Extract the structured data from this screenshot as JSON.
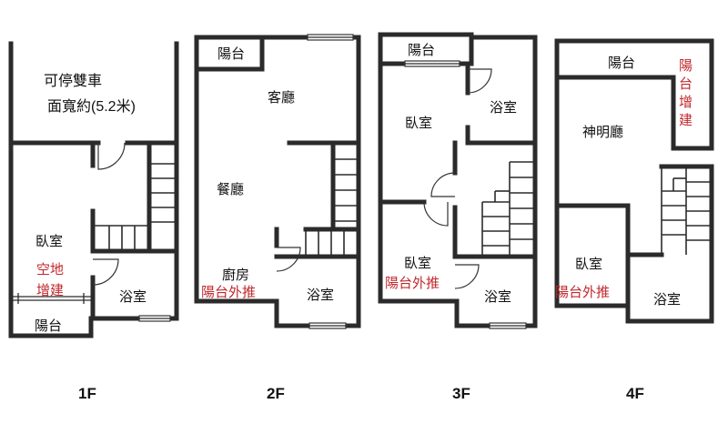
{
  "floors": {
    "f1": {
      "label": "1F",
      "parking_line1": "可停雙車",
      "parking_line2": "面寬約(5.2米)",
      "bedroom": "臥室",
      "bathroom": "浴室",
      "balcony": "陽台",
      "extension_line1": "空地",
      "extension_line2": "增建"
    },
    "f2": {
      "label": "2F",
      "balcony": "陽台",
      "living_room": "客廳",
      "dining_room": "餐廳",
      "kitchen": "廚房",
      "bathroom": "浴室",
      "balcony_extension": "陽台外推"
    },
    "f3": {
      "label": "3F",
      "balcony": "陽台",
      "bedroom_top": "臥室",
      "bathroom_top": "浴室",
      "bedroom_bottom": "臥室",
      "bathroom_bottom": "浴室",
      "balcony_extension": "陽台外推"
    },
    "f4": {
      "label": "4F",
      "balcony": "陽台",
      "balcony_addition_1": "陽台",
      "balcony_addition_2": "增建",
      "shrine_hall": "神明廳",
      "bedroom": "臥室",
      "bathroom": "浴室",
      "balcony_extension": "陽台外推"
    }
  }
}
